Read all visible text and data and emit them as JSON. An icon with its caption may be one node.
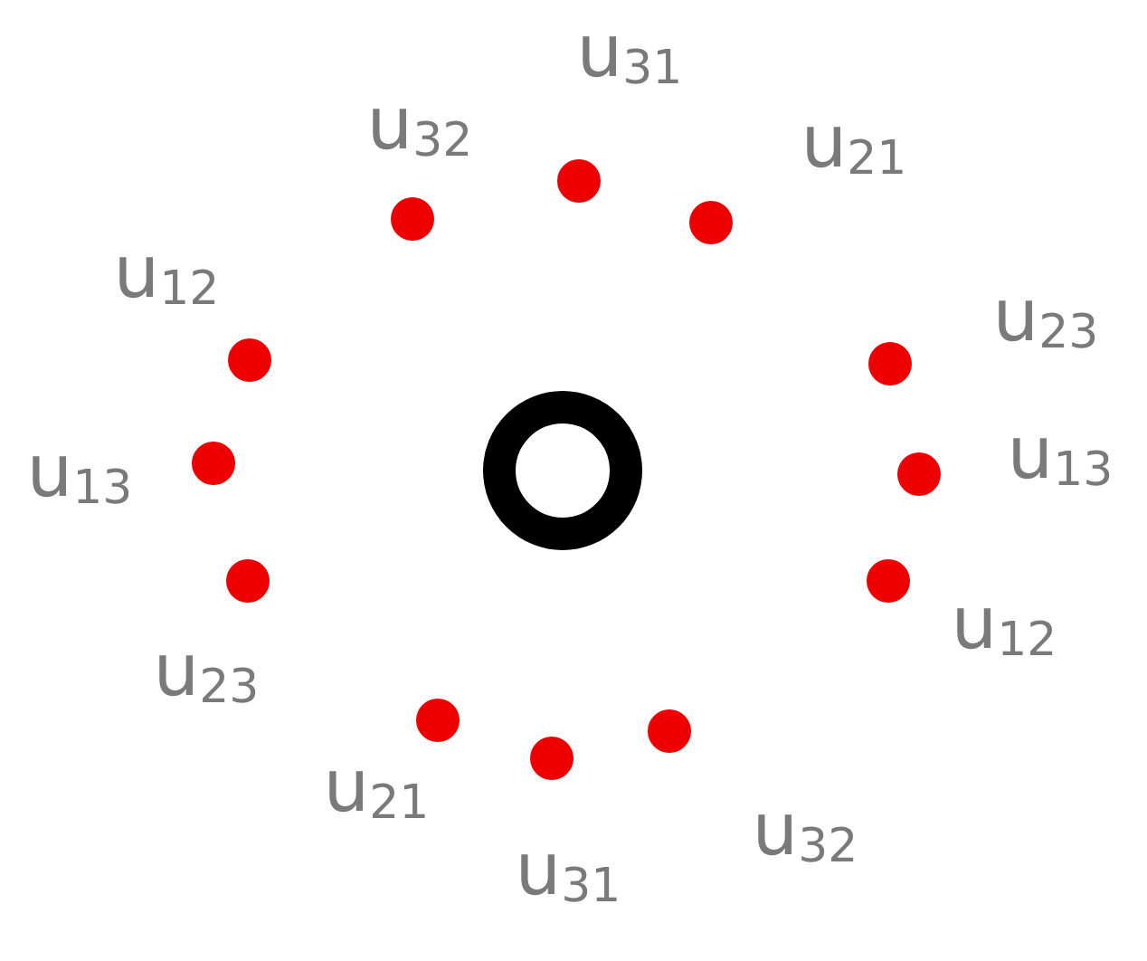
{
  "diagram": {
    "nodes": [
      {
        "text": [],
        "shape": "circle"
      }
    ],
    "labels": [
      "u$_{31}$",
      "u$_{32}$",
      "u$_{21}$",
      "u$_{12}$",
      "u$_{23}$",
      "u$_{13}$",
      "u$_{13}$",
      "u$_{12}$",
      "u$_{23}$",
      "u$_{21}$",
      "u$_{32}$",
      "u$_{31}$"
    ]
  }
}
